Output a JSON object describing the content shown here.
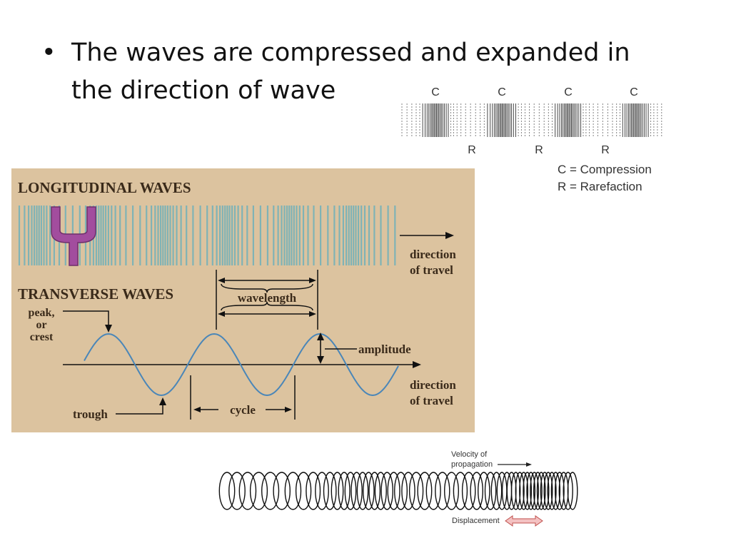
{
  "slide": {
    "bullet_symbol": "•",
    "bullet_text": "The waves are compressed and expanded in the direction of wave"
  },
  "cr_diagram": {
    "c_labels": [
      "C",
      "C",
      "C",
      "C"
    ],
    "r_labels": [
      "R",
      "R",
      "R"
    ],
    "legend_c": "C = Compression",
    "legend_r": "R = Rarefaction"
  },
  "wave_panel": {
    "background": "#dcc39f",
    "longitudinal_title": "LONGITUDINAL WAVES",
    "longitudinal_direction_1": "direction",
    "longitudinal_direction_2": "of travel",
    "transverse_title": "TRANSVERSE WAVES",
    "wavelength_label": "wavelength",
    "peak_label_1": "peak,",
    "peak_label_2": "or",
    "peak_label_3": "crest",
    "amplitude_label": "amplitude",
    "transverse_direction_1": "direction",
    "transverse_direction_2": "of travel",
    "trough_label": "trough",
    "cycle_label": "cycle",
    "line_color": "#7fb3b6",
    "wave_color": "#4a86b8",
    "fork_color": "#a24d9e"
  },
  "spring": {
    "velocity_label_1": "Velocity of",
    "velocity_label_2": "propagation",
    "displacement_label": "Displacement",
    "arrow_color": "#e89a9a"
  }
}
